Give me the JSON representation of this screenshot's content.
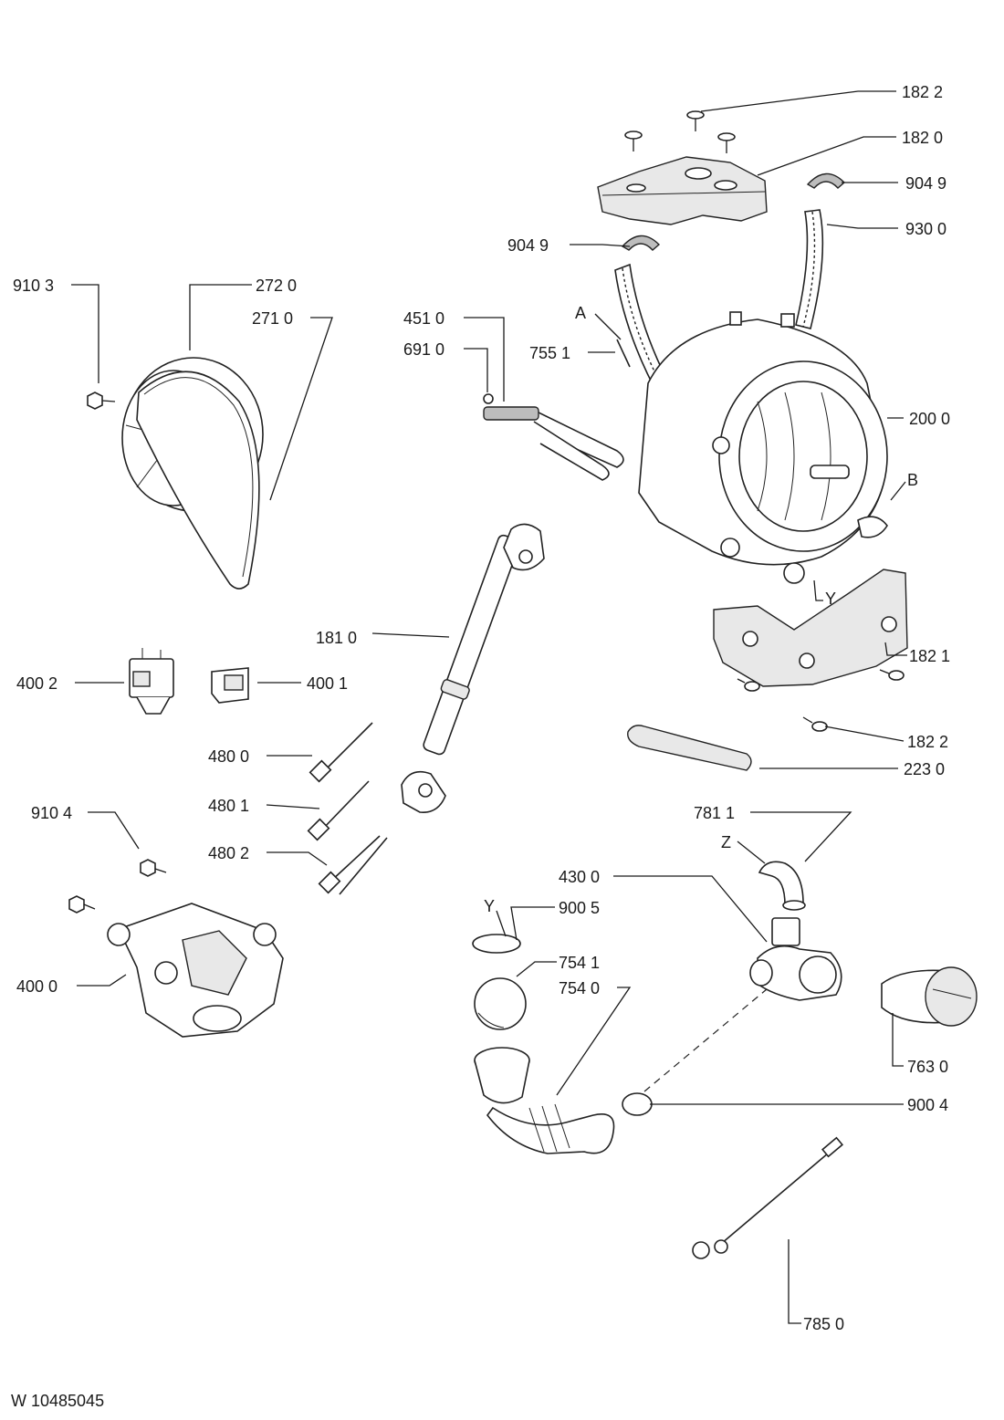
{
  "labels": {
    "l1822a": "182 2",
    "l1820": "182 0",
    "l9049r": "904 9",
    "l9049l": "904 9",
    "l9300": "930 0",
    "l9103": "910 3",
    "l2720": "272 0",
    "l2710": "271 0",
    "l4510": "451 0",
    "lA": "A",
    "l6910": "691 0",
    "l7551": "755 1",
    "l2000": "200 0",
    "lB": "B",
    "lY1": "Y",
    "l1810": "181 0",
    "l1821": "182 1",
    "l4002": "400 2",
    "l4001": "400 1",
    "l4800": "480 0",
    "l1822b": "182 2",
    "l2230": "223 0",
    "l4801": "480 1",
    "l9104": "910 4",
    "l7811": "781 1",
    "l4802": "480 2",
    "lZ": "Z",
    "l4300": "430 0",
    "lY2": "Y",
    "l9005": "900 5",
    "l4000": "400 0",
    "l7541": "754 1",
    "l7540": "754 0",
    "l7630": "763 0",
    "l9004": "900 4",
    "l7850": "785 0"
  },
  "footer": {
    "doc_id": "W 10485045"
  }
}
